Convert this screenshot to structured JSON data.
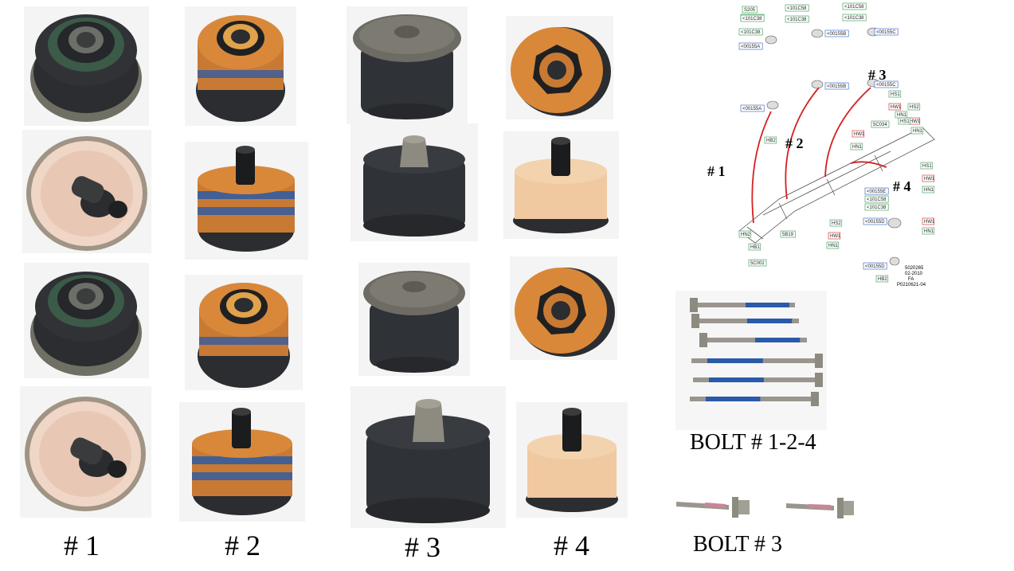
{
  "column_labels": [
    "# 1",
    "# 2",
    "# 3",
    "# 4"
  ],
  "bolt_labels": {
    "group_a": "BOLT # 1-2-4",
    "group_b": "BOLT # 3"
  },
  "diagram": {
    "callouts": [
      "# 1",
      "# 2",
      "# 3",
      "# 4"
    ],
    "part_numbers": [
      "S205",
      "<101C58",
      "<101C58",
      "<101C58",
      "<101C38",
      "<101C38",
      "<101C38",
      "<101C38",
      "<00155A",
      "<00155B",
      "<00155C",
      "<00155A",
      "<00155B",
      "<00155C",
      "HB2",
      "HS1",
      "HW1",
      "HS2",
      "HW1",
      "HN1",
      "HS1",
      "5C034",
      "HN1",
      "HW1",
      "HN1",
      "HS1",
      "HW1",
      "HN1",
      "<00155E",
      "<101C58",
      "<101C38",
      "<00155D",
      "HS2",
      "HW1",
      "HN1",
      "HN2",
      "5B19",
      "HB1",
      "5C002",
      "HW1",
      "HN1",
      "<00155D",
      "HB2"
    ],
    "footer": [
      "5020265",
      "02-2010",
      "FA",
      "P0210621-04"
    ]
  },
  "colors": {
    "rubber_black": "#2b2d30",
    "orange_foam": "#d9883a",
    "light_foam": "#f0c9a0",
    "blue_band": "#2a5aa8",
    "metal": "#8d8a80"
  }
}
